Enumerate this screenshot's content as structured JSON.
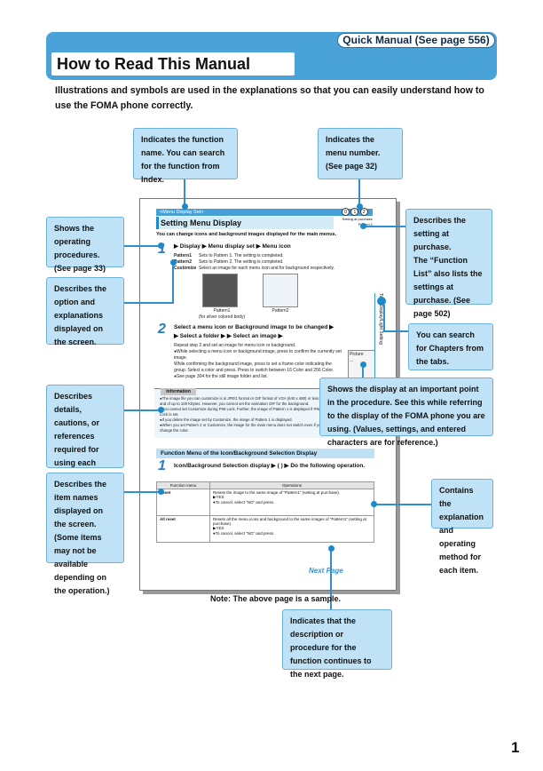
{
  "header": {
    "quick_manual": "Quick Manual (See page 556)",
    "title": "How to Read This Manual"
  },
  "intro": "Illustrations and symbols are used in the explanations so that you can easily understand how to use the FOMA phone correctly.",
  "callouts": {
    "function_name": "Indicates the function name. You can search for the function from Index.",
    "menu_number": "Indicates the menu number.\n(See page 32)",
    "operating_procedures": "Shows the operating procedures.\n(See page 33)",
    "setting_at_purchase": "Describes the setting at purchase.\nThe “Function List” also lists the settings at purchase. (See page 502)",
    "option_explanations": "Describes the option and explanations displayed on the screen.",
    "chapters_tabs": "You can search for Chapters from the tabs.",
    "details": "Describes details, cautions, or references required for using each function.",
    "display_point": "Shows the display at an important point in the procedure. See this while referring to the display of the FOMA phone you are using. (Values, settings, and entered characters are for reference.)",
    "item_names": "Describes the item names displayed on the screen. (Some items may not be available depending on the operation.)",
    "explanation_item": "Contains the explanation and operating method for each item.",
    "next_page": "Indicates that the description or procedure for the function continues to the next page."
  },
  "sample": {
    "bar": "<Menu Display Set>",
    "badges": [
      "0",
      "1",
      "2"
    ],
    "title": "Setting Menu Display",
    "setting_at_purchase": "Setting at purchase\nPattern 1",
    "lead": "You can change icons and background images displayed for the main menus.",
    "step1": "▶ Display ▶ Menu display set ▶ Menu icon",
    "options": [
      {
        "name": "Pattern1",
        "desc": "Sets to Pattern 1. The setting is completed."
      },
      {
        "name": "Pattern2",
        "desc": "Sets to Pattern 2. The setting is completed."
      },
      {
        "name": "Customize",
        "desc": "Select an image for each menu icon and for background respectively."
      }
    ],
    "pattern1_caption": "Pattern1\n(for silver colored body)",
    "pattern2_caption": "Pattern2",
    "step2": "Select a menu icon or Background image to be changed ▶",
    "step2b": "▶ Select a folder ▶ ▶ Select an image ▶",
    "step2_notes": [
      "Repeat step 2 and set an image for menu icon or background.",
      "●While selecting a menu icon or background image, press to confirm the currently set image.",
      "While confirming the background image, press to set a frame color indicating the group. Select a color and press. Press to switch between 16 Color and 256 Color.",
      "●See page 304 for the still image folder and list."
    ],
    "info_tag": "Information",
    "info_lines": [
      "●The image file you can customize is in JPEG format or GIF format of VGA (640 x 480) or less size and of up to 100 Kbytes. However, you cannot set the animation GIF for the background.",
      "●You cannot set Customize during PIM Lock. Further, the image of Pattern 1 is displayed if PIM Lock is set.",
      "●If you delete the image set by Customize, the image of Pattern 1 is displayed.",
      "●When you set Pattern 2 or Customize, the image for the main menu does not switch even if you change the color."
    ],
    "phone_screen": "Picture\n...",
    "phone_caption": "Function\n(Select ... display)",
    "tab_text": "Tone/Display/Light Setting",
    "func_menu_title": "Function Menu of the Icon/Background Selection Display",
    "func_step": "Icon/Background Selection display ▶ ( ) ▶ Do the following operation.",
    "table_head": [
      "Function menu",
      "Operations"
    ],
    "table_rows": [
      {
        "name": "Reset",
        "ops": "Resets the image to the same image of “Pattern1” (setting at purchase).\n▶YES\n●To cancel, select “NO” and press."
      },
      {
        "name": "All reset",
        "ops": "Resets all the menu icons and background to the same images of “Pattern1” (setting at purchase).\n▶YES\n●To cancel, select “NO” and press."
      }
    ],
    "next_page": "Next Page"
  },
  "note": "Note: The above page is a sample.",
  "page_number": "1"
}
